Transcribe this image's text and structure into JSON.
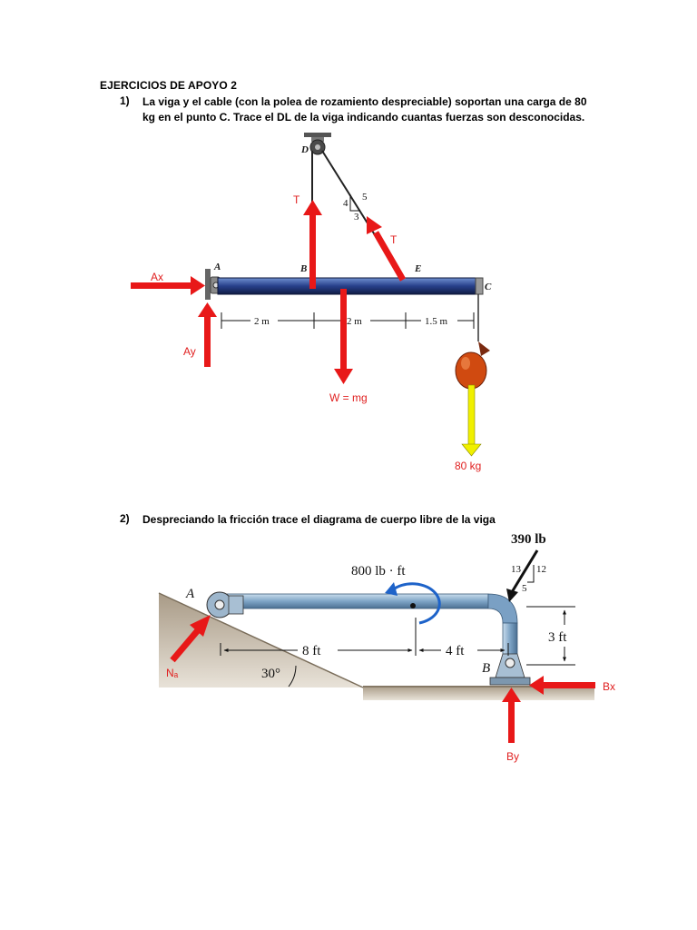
{
  "doc": {
    "title": "EJERCICIOS DE APOYO 2",
    "q1": {
      "num": "1)",
      "text": "La viga y el cable (con la polea de rozamiento despreciable) soportan una carga de 80 kg en el punto C. Trace el DL de la viga indicando cuantas fuerzas son desconocidas."
    },
    "q2": {
      "num": "2)",
      "text": "Despreciando la fricción trace el diagrama de cuerpo libre de la viga"
    }
  },
  "fig1": {
    "points": {
      "A": "A",
      "B": "B",
      "C": "C",
      "D": "D",
      "E": "E"
    },
    "forces": {
      "ax": "Ax",
      "ay": "Ay",
      "t_vertical": "T",
      "t_inclined": "T",
      "weight": "W = mg",
      "load": "80 kg"
    },
    "dims": {
      "d1": "2 m",
      "d2": "2 m",
      "d3": "1.5 m"
    },
    "slope": {
      "v": "4",
      "h": "3",
      "hyp": "5"
    },
    "colors": {
      "force": "#e81818",
      "load_arrow": "#f0f000",
      "beam": "#2b4a8c"
    }
  },
  "fig2": {
    "points": {
      "A": "A",
      "B": "B"
    },
    "moment": "800 lb · ft",
    "load": "390 lb",
    "slope": {
      "hyp": "13",
      "v": "12",
      "h": "5"
    },
    "dims": {
      "d1": "8 ft",
      "d2": "4 ft",
      "d3": "3 ft"
    },
    "angle": "30°",
    "forces": {
      "na": "Nₐ",
      "bx": "Bx",
      "by": "By"
    },
    "colors": {
      "force": "#e81818",
      "pipe": "#7aa0c4"
    }
  }
}
